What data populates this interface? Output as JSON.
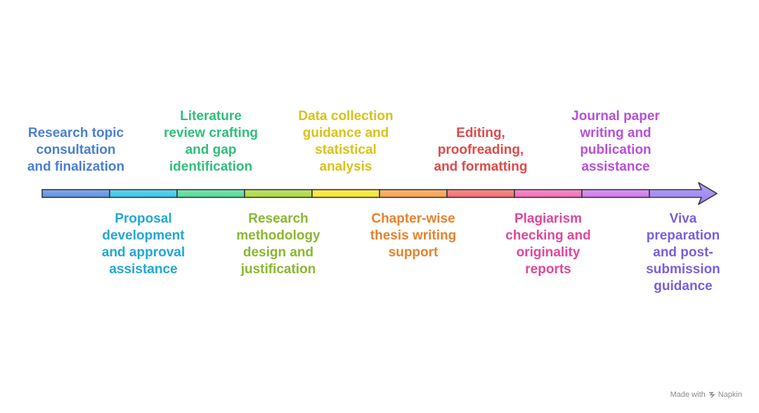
{
  "milestones": [
    {
      "text": "Research topic\nconsultation\nand finalization",
      "color": "#4a7fd6",
      "position": "top"
    },
    {
      "text": "Proposal\ndevelopment\nand approval\nassistance",
      "color": "#22a7d6",
      "position": "bottom"
    },
    {
      "text": "Literature\nreview crafting\nand gap\nidentification",
      "color": "#2fbf7a",
      "position": "top"
    },
    {
      "text": "Research\nmethodology\ndesign and\njustification",
      "color": "#8ab82f",
      "position": "bottom"
    },
    {
      "text": "Data collection\nguidance and\nstatistical\nanalysis",
      "color": "#d8c21c",
      "position": "top"
    },
    {
      "text": "Chapter-wise\nthesis writing\nsupport",
      "color": "#e8822e",
      "position": "bottom"
    },
    {
      "text": "Editing,\nproofreading,\nand formatting",
      "color": "#e04a4a",
      "position": "top"
    },
    {
      "text": "Plagiarism\nchecking and\noriginality\nreports",
      "color": "#e0479a",
      "position": "bottom"
    },
    {
      "text": "Journal paper\nwriting and\npublication\nassistance",
      "color": "#b84fd8",
      "position": "top"
    },
    {
      "text": "Viva\npreparation\nand post-\nsubmission\nguidance",
      "color": "#7a5ee0",
      "position": "bottom"
    }
  ],
  "segment_colors": [
    "#5b8fe6",
    "#34c4ec",
    "#4fdb94",
    "#a8d83c",
    "#f7e526",
    "#f7a049",
    "#f26a6a",
    "#f26ab4",
    "#cf74ef",
    "#9a80f2"
  ],
  "watermark": {
    "prefix": "Made with",
    "brand": "Napkin",
    "icon": "napkin-logo-icon"
  }
}
